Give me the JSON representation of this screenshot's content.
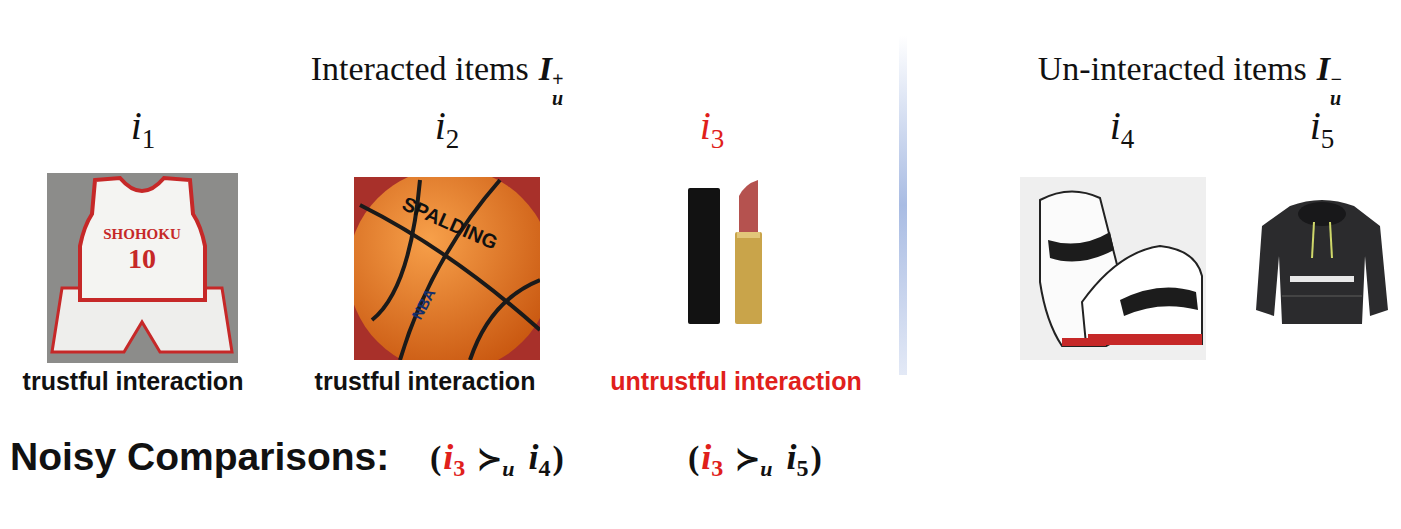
{
  "diagram": {
    "labels": [
      "Interacted items",
      "I",
      "u",
      "+",
      "Un-interacted items",
      "I",
      "u",
      "−",
      "i",
      "1",
      "i",
      "2",
      "i",
      "3",
      "i",
      "4",
      "i",
      "5",
      "SHOHOKU",
      "10",
      "SPALDING",
      "NBA",
      "trustful interaction",
      "trustful interaction",
      "untrustful interaction",
      "Noisy Comparisons:",
      "(",
      "i",
      "3",
      "≻",
      "u",
      "i",
      "4",
      ")",
      "(",
      "i",
      "3",
      "≻",
      "u",
      "i",
      "5",
      ")"
    ]
  }
}
